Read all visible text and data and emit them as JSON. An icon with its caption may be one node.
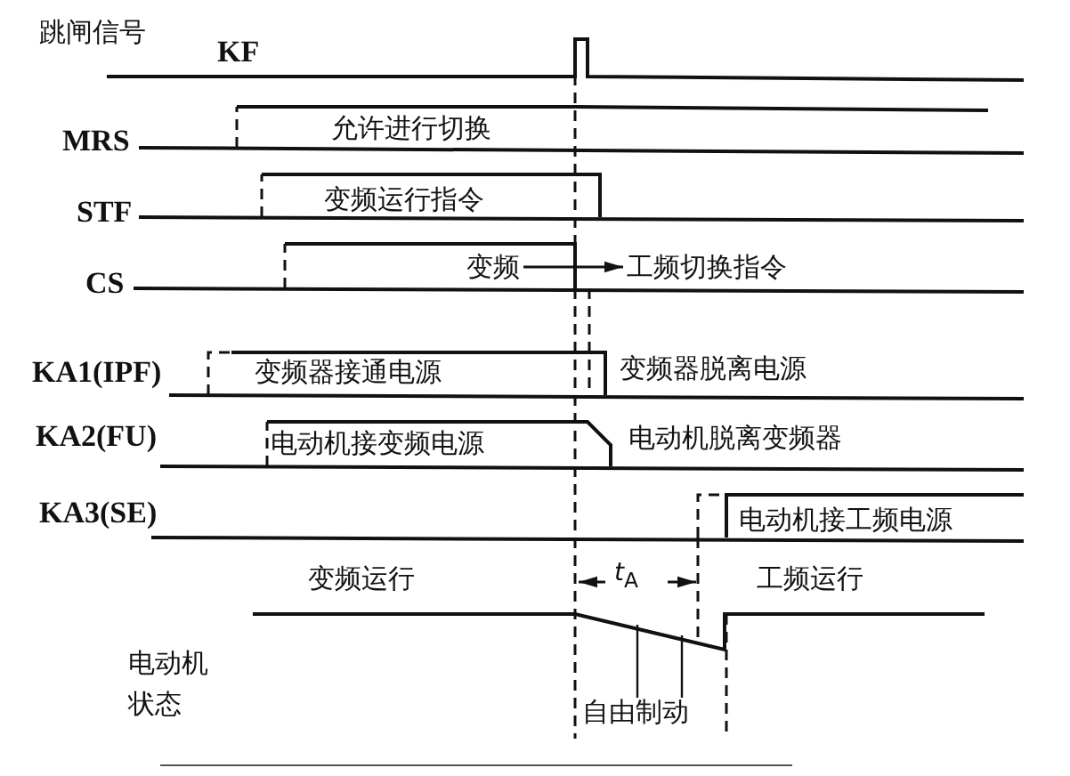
{
  "diagram": {
    "nodes": [
      {
        "text": [
          "变频"
        ]
      },
      {
        "text": [
          "工频切换指令"
        ]
      }
    ],
    "edges": [
      {
        "from": 0,
        "to": 1,
        "arrow": "to"
      }
    ],
    "labels": [
      "跳闸信号",
      "KF",
      "MRS",
      "允许进行切换",
      "STF",
      "变频运行指令",
      "CS",
      "KA1(IPF)",
      "变频器接通电源",
      "变频器脱离电源",
      "KA2(FU)",
      "电动机接变频电源",
      "电动机脱离变频器",
      "KA3(SE)",
      "电动机接工频电源",
      "变频运行",
      "*t*$_{A}$",
      "工频运行",
      "电动机状态",
      "自由制动"
    ]
  }
}
